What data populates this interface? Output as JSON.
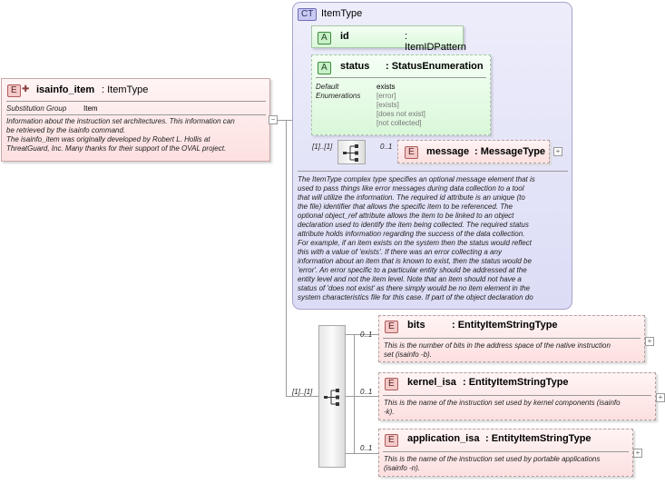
{
  "root_element": {
    "badge": "E",
    "name": "isainfo_item",
    "type": ": ItemType",
    "substitution_group_label": "Substitution Group",
    "substitution_group_value": "Item",
    "doc_line1": "Information about the instruction set architectures. This information can",
    "doc_line2": "be retrieved by the isainfo command.",
    "doc_line3": "The isainfo_item was originally developed by Robert L. Hollis at",
    "doc_line4": "ThreatGuard, Inc. Many thanks for their support of the OVAL project."
  },
  "complex_type": {
    "badge": "CT",
    "name": "ItemType",
    "attr_id": {
      "badge": "A",
      "name": "id",
      "type": ": ItemIDPattern"
    },
    "attr_status": {
      "badge": "A",
      "name": "status",
      "type": ": StatusEnumeration",
      "enum_label_1": "Default",
      "enum_label_2": "Enumerations",
      "default_value": "exists",
      "enumerations": [
        "[error]",
        "[exists]",
        "[does not exist]",
        "[not collected]"
      ]
    },
    "sequence_card": "[1]..[1]",
    "message": {
      "badge": "E",
      "name": "message",
      "type": ": MessageType",
      "card": "0..1"
    },
    "description": [
      "The ItemType complex type specifies an optional message element that is",
      "used to pass things like error messages during data collection to a tool",
      "that will utilize the information. The required id attribute is an unique (to",
      "the file) identifier that allows the specific item to be referenced. The",
      "optional object_ref attribute allows the item to be linked to an object",
      "declaration used to identify the item being collected. The required status",
      "attribute holds information regarding the success of the data collection.",
      "For example, if an item exists on the system then the status would reflect",
      "this with a value of 'exists'. If there was an error collecting a any",
      "information about an item that is known to exist, then the status would be",
      "'error'. An error specific to a particular entity should be addressed at the",
      "entity level and not the item level. Note that an item should not have a",
      "status of 'does not exist' as there simply would be no item element in the",
      "system characteristics file for this case. If part of the object declaration do"
    ]
  },
  "sequence_card": "[1]..[1]",
  "children": [
    {
      "badge": "E",
      "name": "bits",
      "type": ": EntityItemStringType",
      "card": "0..1",
      "doc1": "This is the number of bits in the address space of the native instruction",
      "doc2": "set (isainfo -b)."
    },
    {
      "badge": "E",
      "name": "kernel_isa",
      "type": ": EntityItemStringType",
      "card": "0..1",
      "doc1": "This is the name of the instruction set used by kernel components (isainfo",
      "doc2": "-k)."
    },
    {
      "badge": "E",
      "name": "application_isa",
      "type": ": EntityItemStringType",
      "card": "0..1",
      "doc1": "This is the name of the instruction set used by portable applications",
      "doc2": "(isainfo -n)."
    }
  ],
  "colors": {
    "element": "#f3c9c9",
    "attribute": "#c8f0c8",
    "complex_type": "#c9c9f2"
  }
}
